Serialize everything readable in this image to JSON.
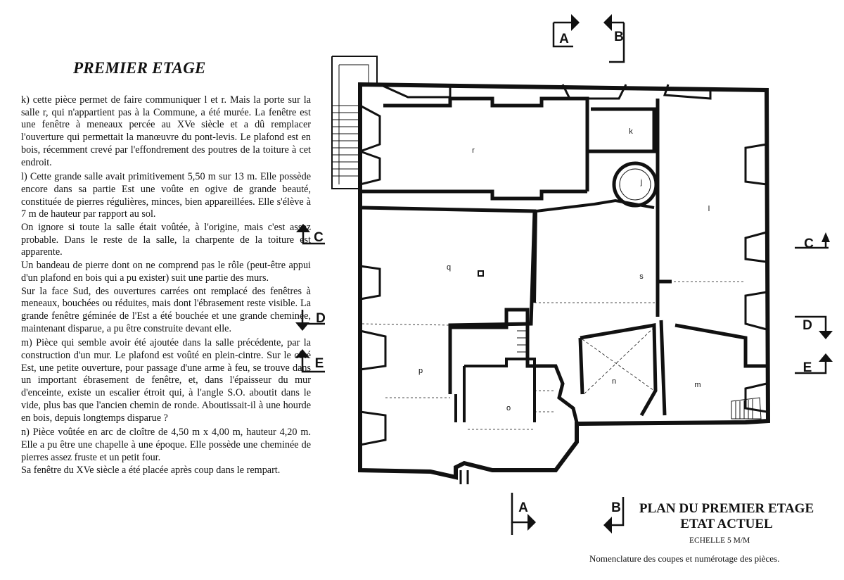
{
  "page_title": "PREMIER ETAGE",
  "paragraphs": [
    "k) cette pièce permet de faire communiquer l et r. Mais la porte sur la salle r, qui n'appartient pas à la Commune, a été murée. La fenêtre est une fenêtre à meneaux percée au XVe siècle et a dû remplacer l'ouverture qui permettait la manœuvre du pont-levis. Le plafond est en bois, récemment crevé par l'effondrement des poutres de la toiture à cet endroit.",
    "l) Cette grande salle avait primitivement 5,50 m sur 13 m. Elle possède encore dans sa partie Est une voûte en ogive de grande beauté, constituée de pierres régulières, minces, bien appareillées. Elle s'élève à 7 m de hauteur par rapport au sol.",
    "On ignore si toute la salle était voûtée, à l'origine, mais c'est assez probable. Dans le reste de la salle, la charpente de la toiture est apparente.",
    "Un bandeau de pierre dont on ne comprend pas le rôle (peut-être appui d'un plafond en bois qui a pu exister) suit une partie des murs.",
    "Sur la face Sud, des ouvertures carrées ont remplacé des fenêtres à meneaux, bouchées ou réduites, mais dont l'ébrasement reste visible. La grande fenêtre géminée de l'Est a été bouchée et une grande cheminée, maintenant disparue, a pu être construite devant elle.",
    "m) Pièce qui semble avoir été ajoutée dans la salle précédente, par la construction d'un mur. Le plafond est voûté en plein-cintre. Sur le côté Est, une petite ouverture, pour passage d'une arme à feu, se trouve dans un important ébrasement de fenêtre, et, dans l'épaisseur du mur d'enceinte, existe un escalier étroit qui, à l'angle S.O. aboutit dans le vide, plus bas que l'ancien chemin de ronde. Aboutissait-il à une hourde en bois, depuis longtemps disparue ?",
    "n) Pièce voûtée en arc de cloître de 4,50 m x 4,00 m, hauteur 4,20 m. Elle a pu être une chapelle à une époque. Elle possède une cheminée de pierres assez fruste et un petit four.",
    "Sa fenêtre du XVe siècle a été placée après coup dans le rempart."
  ],
  "plan": {
    "title_line1": "PLAN DU PREMIER ETAGE",
    "title_line2": "ETAT ACTUEL",
    "scale": "ECHELLE 5 M/M",
    "legend": "Nomenclature des coupes et numérotage des pièces.",
    "rooms": [
      "r",
      "k",
      "j",
      "l",
      "q",
      "s",
      "p",
      "o",
      "n",
      "m"
    ],
    "sections": [
      "A",
      "B",
      "C",
      "C",
      "D",
      "D",
      "E",
      "E",
      "A",
      "B"
    ]
  }
}
